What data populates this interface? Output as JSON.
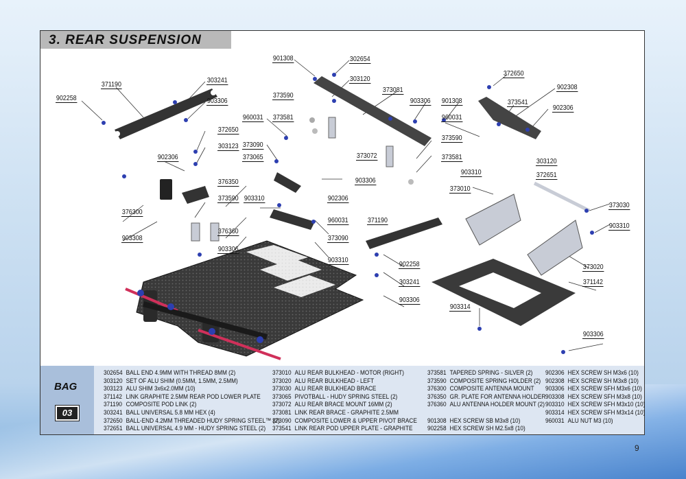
{
  "page": {
    "title": "3. REAR SUSPENSION",
    "page_number": "9"
  },
  "bag": {
    "label": "BAG",
    "number": "03"
  },
  "callouts": [
    "901308",
    "302654",
    "303120",
    "373081",
    "903306",
    "901308",
    "372650",
    "902308",
    "373541",
    "902306",
    "371190",
    "303241",
    "902258",
    "903306",
    "373590",
    "960031",
    "373581",
    "372650",
    "303123",
    "373090",
    "373065",
    "902306",
    "376350",
    "373590",
    "373072",
    "960031",
    "373590",
    "373581",
    "903306",
    "903310",
    "373010",
    "303120",
    "372651",
    "376300",
    "903310",
    "902306",
    "960031",
    "373090",
    "903310",
    "371190",
    "373030",
    "903310",
    "903308",
    "376360",
    "903306",
    "902258",
    "303241",
    "903306",
    "373020",
    "371142",
    "903314",
    "903306"
  ],
  "parts": [
    [
      {
        "code": "302654",
        "desc": "BALL END 4.9MM WITH THREAD 8MM (2)"
      },
      {
        "code": "303120",
        "desc": "SET OF ALU SHIM (0.5MM, 1.5MM, 2.5MM)"
      },
      {
        "code": "303123",
        "desc": "ALU SHIM 3x6x2.0MM (10)"
      },
      {
        "code": "371142",
        "desc": "LINK GRAPHITE 2.5MM REAR POD LOWER PLATE"
      },
      {
        "code": "371190",
        "desc": "COMPOSITE POD LINK (2)"
      },
      {
        "code": "303241",
        "desc": "BALL UNIVERSAL 5.8 MM HEX (4)"
      },
      {
        "code": "372650",
        "desc": "BALL-END 4.2MM THREADED HUDY SPRING STEEL™ (2)"
      },
      {
        "code": "372651",
        "desc": "BALL UNIVERSAL 4.9 MM - HUDY SPRING STEEL (2)"
      }
    ],
    [
      {
        "code": "373010",
        "desc": "ALU REAR BULKHEAD - MOTOR (RIGHT)"
      },
      {
        "code": "373020",
        "desc": "ALU REAR BULKHEAD - LEFT"
      },
      {
        "code": "373030",
        "desc": "ALU REAR BULKHEAD BRACE"
      },
      {
        "code": "373065",
        "desc": "PIVOTBALL - HUDY SPRING STEEL (2)"
      },
      {
        "code": "373072",
        "desc": "ALU REAR BRACE MOUNT 16MM (2)"
      },
      {
        "code": "373081",
        "desc": "LINK REAR BRACE - GRAPHITE 2.5MM"
      },
      {
        "code": "373090",
        "desc": "COMPOSITE LOWER & UPPER PIVOT BRACE"
      },
      {
        "code": "373541",
        "desc": "LINK REAR POD UPPER PLATE - GRAPHITE"
      }
    ],
    [
      {
        "code": "373581",
        "desc": "TAPERED SPRING - SILVER (2)"
      },
      {
        "code": "373590",
        "desc": "COMPOSITE SPRING HOLDER (2)"
      },
      {
        "code": "376300",
        "desc": "COMPOSITE ANTENNA MOUNT"
      },
      {
        "code": "376350",
        "desc": "GR. PLATE FOR ANTENNA HOLDER"
      },
      {
        "code": "376360",
        "desc": "ALU ANTENNA HOLDER MOUNT (2)"
      },
      {
        "code": "",
        "desc": ""
      },
      {
        "code": "901308",
        "desc": "HEX SCREW SB M3x8 (10)"
      },
      {
        "code": "902258",
        "desc": "HEX SCREW SH M2.5x8 (10)"
      }
    ],
    [
      {
        "code": "902306",
        "desc": "HEX SCREW SH M3x6 (10)"
      },
      {
        "code": "902308",
        "desc": "HEX SCREW SH M3x8 (10)"
      },
      {
        "code": "903306",
        "desc": "HEX SCREW SFH M3x6 (10)"
      },
      {
        "code": "903308",
        "desc": "HEX SCREW SFH M3x8 (10)"
      },
      {
        "code": "903310",
        "desc": "HEX SCREW SFH M3x10 (10)"
      },
      {
        "code": "903314",
        "desc": "HEX SCREW SFH M3x14 (10)"
      },
      {
        "code": "960031",
        "desc": "ALU NUT M3 (10)"
      },
      {
        "code": "",
        "desc": ""
      }
    ]
  ]
}
